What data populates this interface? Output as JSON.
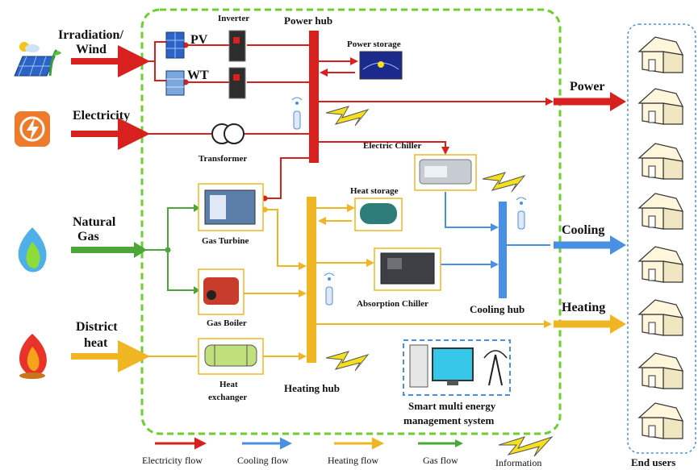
{
  "inputs": {
    "irradiation": "Irradiation/",
    "wind": "Wind",
    "electricity": "Electricity",
    "natural": "Natural",
    "gas": "Gas",
    "district": "District",
    "heat": "heat"
  },
  "components": {
    "inverter": "Inverter",
    "power_hub": "Power hub",
    "pv": "PV",
    "wt": "WT",
    "power_storage": "Power storage",
    "transformer": "Transformer",
    "electric_chiller": "Electric Chiller",
    "heat_storage": "Heat storage",
    "gas_turbine": "Gas Turbine",
    "gas_boiler": "Gas Boiler",
    "absorption_chiller": "Absorption Chiller",
    "cooling_hub": "Cooling hub",
    "heat_exchanger_1": "Heat",
    "heat_exchanger_2": "exchanger",
    "heating_hub": "Heating hub",
    "smart_1": "Smart multi energy",
    "smart_2": "management system"
  },
  "outputs": {
    "power": "Power",
    "cooling": "Cooling",
    "heating": "Heating",
    "end_users": "End users"
  },
  "legend": {
    "electricity": "Electricity flow",
    "cooling": "Cooling flow",
    "heating": "Heating flow",
    "gas": "Gas flow",
    "information": "Information"
  },
  "colors": {
    "electricity": "#d8201e",
    "cooling": "#4a90e2",
    "heating": "#f0b522",
    "gas": "#4ca63a",
    "information": "#f4e01c",
    "boundary": "#6ccf2c"
  }
}
